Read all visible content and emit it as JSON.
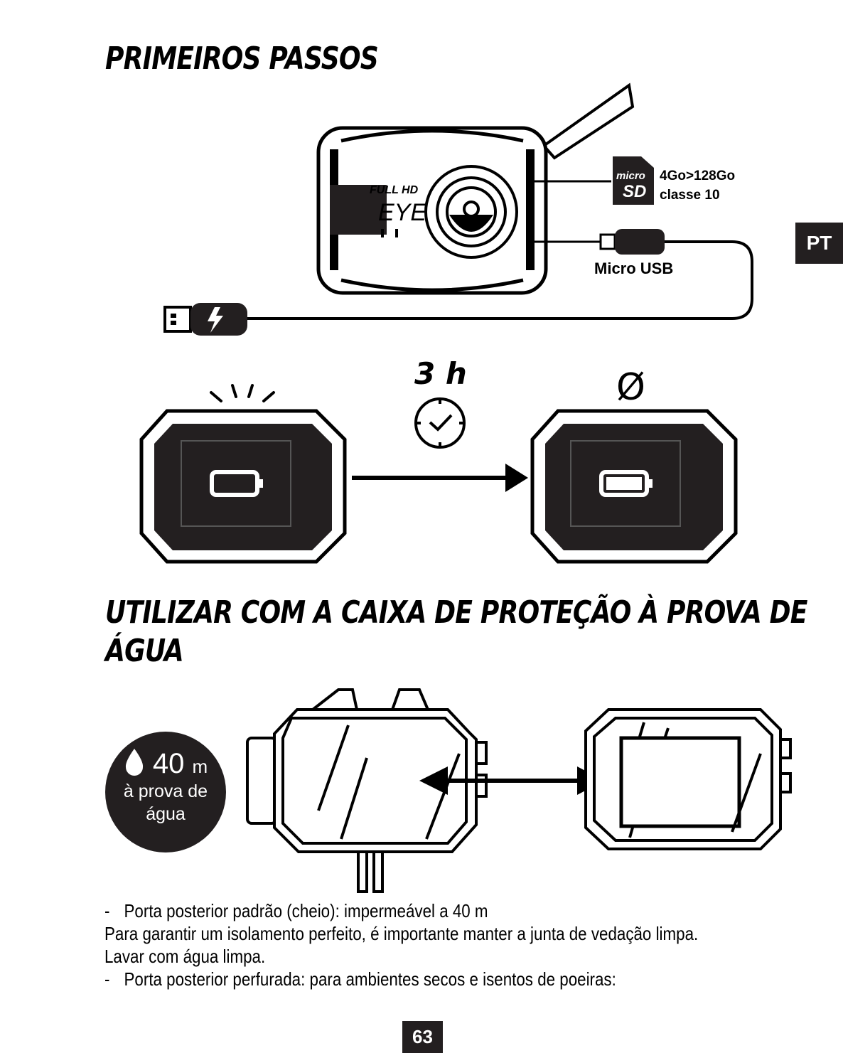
{
  "page": {
    "title_getting_started": "PRIMEIROS PASSOS",
    "title_waterproof": "UTILIZAR COM A CAIXA DE PROTEÇÃO À PROVA DE ÁGUA",
    "lang_tab": "PT",
    "page_number": "63"
  },
  "figure_connect": {
    "brand_small": "FULL HD",
    "brand_large": "EYE",
    "sd_micro": "micro",
    "sd_logo": "SD",
    "sd_capacity": "4Go>128Go",
    "sd_class": "classe 10",
    "usb_label": "Micro USB"
  },
  "figure_charge": {
    "duration": "3 h",
    "off_symbol": "Ø"
  },
  "badge": {
    "depth": "40",
    "unit": "m",
    "line1": "à prova de",
    "line2": "água"
  },
  "body": {
    "bullet1": "Porta posterior padrão (cheio): impermeável a 40 m",
    "para1": "Para garantir um isolamento perfeito, é importante manter a junta de vedação limpa.",
    "para2": "Lavar com água limpa.",
    "bullet2": "Porta posterior perfurada: para ambientes secos e isentos de poeiras:",
    "dash": "-"
  }
}
